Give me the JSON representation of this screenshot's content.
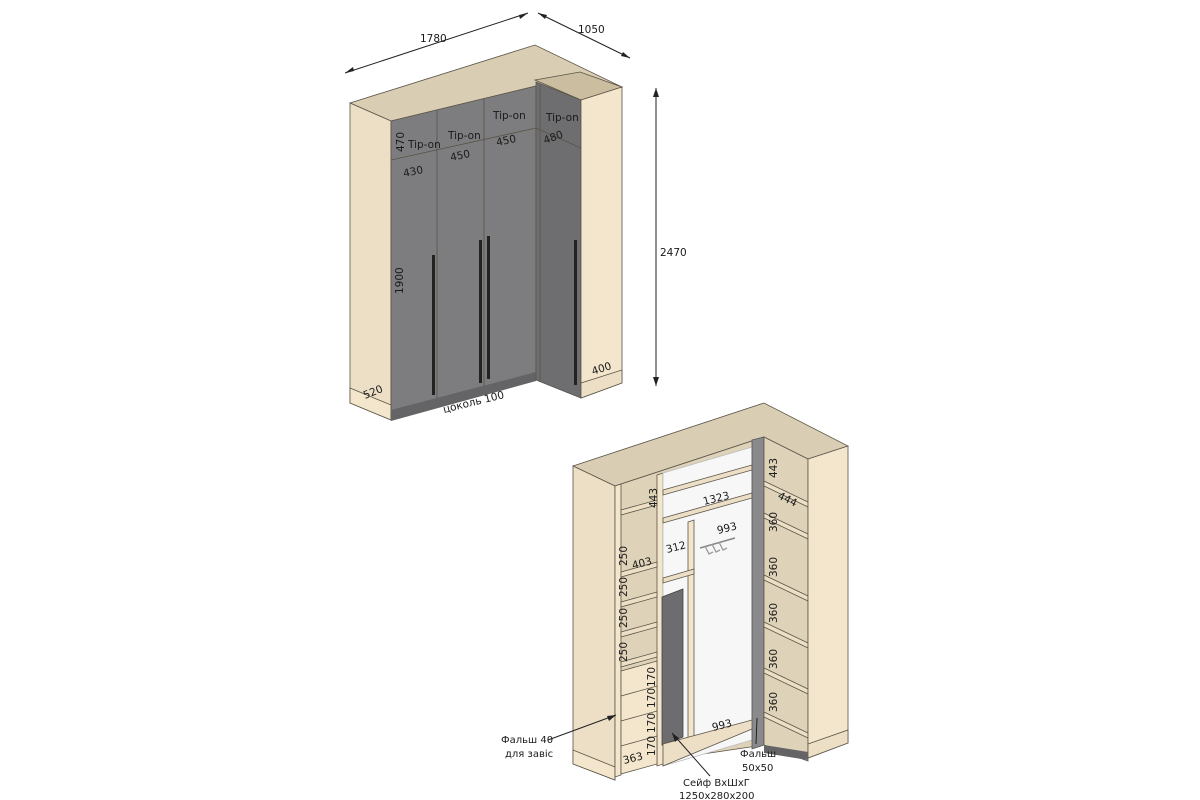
{
  "colors": {
    "door": "#7d7d7f",
    "body": "#ecdfc6",
    "plinth": "#646466",
    "handle": "#222222"
  },
  "top_view": {
    "width_dim": "1780",
    "depth_dim": "1050",
    "height_dim": "2470",
    "door_labels": [
      {
        "name": "Tip-on"
      },
      {
        "name": "Tip-on"
      },
      {
        "name": "Tip-on"
      },
      {
        "name": "Tip-on"
      }
    ],
    "top_section_height": "470",
    "top_widths": [
      "430",
      "450",
      "450",
      "480"
    ],
    "door_height": "1900",
    "left_depth": "520",
    "right_depth": "400",
    "plinth": "цоколь 100"
  },
  "bottom_view": {
    "left_col": {
      "top_shelf": "443",
      "shelves": [
        "250",
        "250",
        "250",
        "250"
      ],
      "shelf_depth": "403",
      "drawers": [
        "170",
        "170",
        "170",
        "170"
      ],
      "drawer_depth": "363"
    },
    "middle": {
      "top_width": "1323",
      "mid_width": "312",
      "rod_width": "993",
      "bottom_width": "993"
    },
    "right_col": {
      "top": "443",
      "depth": "444",
      "shelves": [
        "360",
        "360",
        "360",
        "360",
        "360"
      ]
    },
    "annotations": {
      "falsh_left_1": "Фальш 40",
      "falsh_left_2": "для завіс",
      "safe_1": "Сейф ВхШхГ",
      "safe_2": "1250х280х200",
      "falsh_right_1": "Фальш",
      "falsh_right_2": "50х50"
    }
  }
}
